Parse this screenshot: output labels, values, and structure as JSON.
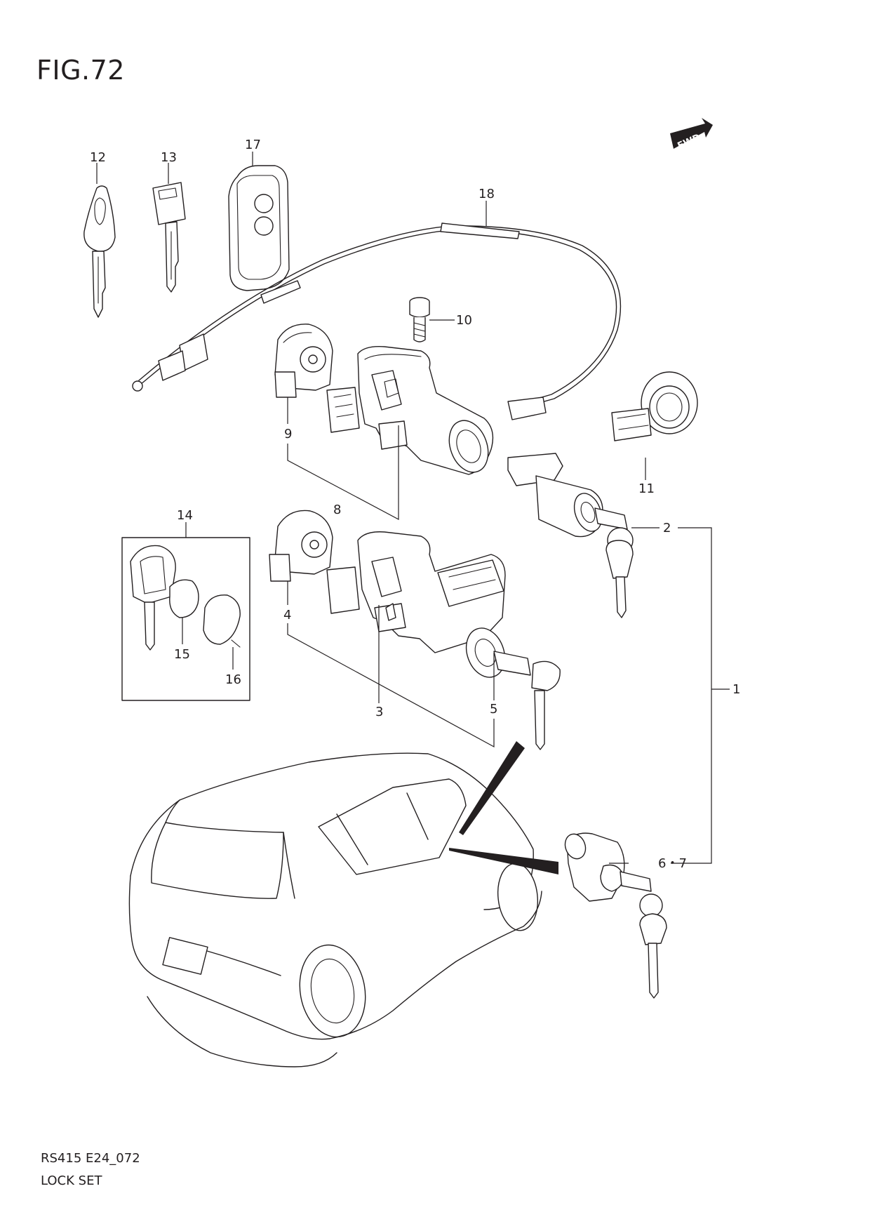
{
  "figure": {
    "title": "FIG.72",
    "code": "RS415 E24_072",
    "name": "LOCK SET",
    "direction_badge": "FWD"
  },
  "callouts": {
    "c1": "1",
    "c2": "2",
    "c3": "3",
    "c4": "4",
    "c5": "5",
    "c67": "6・7",
    "c8": "8",
    "c9": "9",
    "c10": "10",
    "c11": "11",
    "c12": "12",
    "c13": "13",
    "c14": "14",
    "c15": "15",
    "c16": "16",
    "c17": "17",
    "c18": "18"
  },
  "colors": {
    "line": "#231f20",
    "background": "#ffffff"
  }
}
